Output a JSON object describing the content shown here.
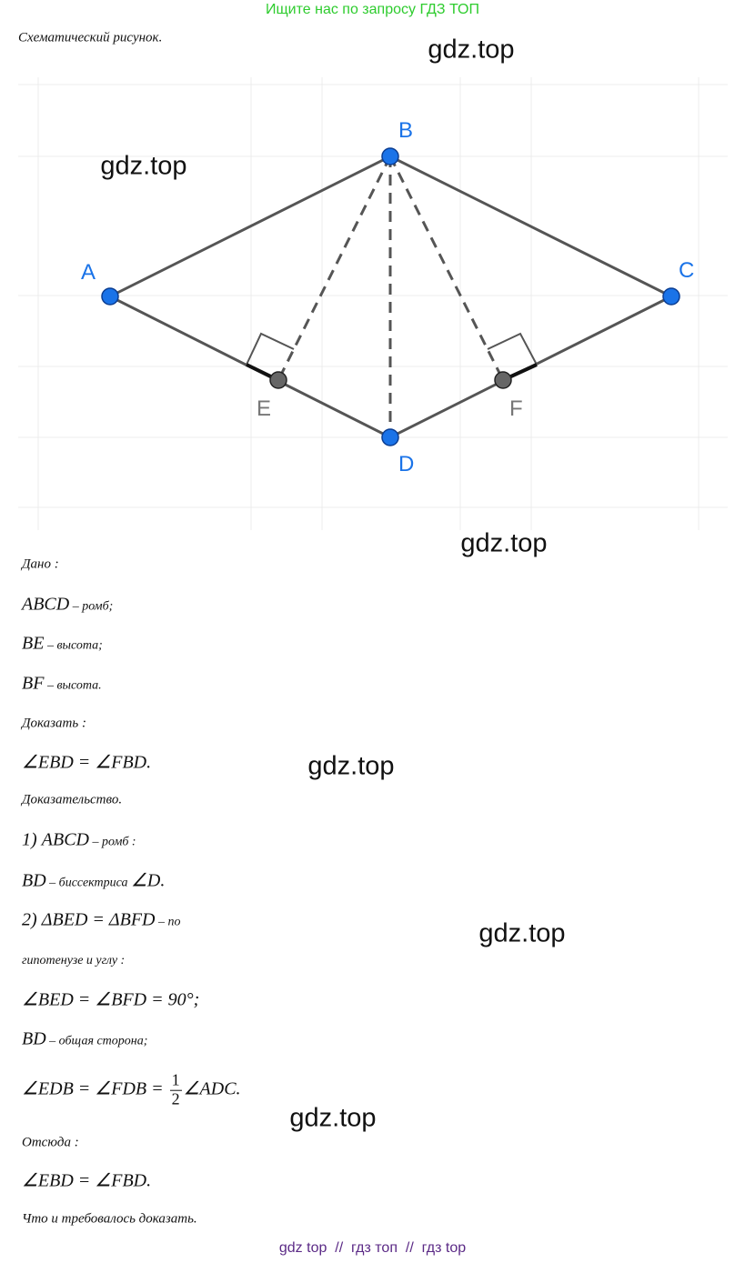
{
  "banner": "Ищите нас по запросу ГДЗ ТОП",
  "caption": "Схематический рисунок.",
  "watermark": "gdz.top",
  "diagram": {
    "labels": {
      "A": "A",
      "B": "B",
      "C": "C",
      "D": "D",
      "E": "E",
      "F": "F"
    },
    "point_color": "#1a73e8"
  },
  "given_label": "Дано :",
  "given": [
    {
      "math": "ABCD",
      "text": " – ромб;"
    },
    {
      "math": "BE",
      "text": " – высота;"
    },
    {
      "math": "BF",
      "text": " – высота."
    }
  ],
  "prove_label": "Доказать :",
  "prove": "∠EBD = ∠FBD.",
  "proof_label": "Доказательство.",
  "step1": {
    "num": "1)",
    "math": "ABCD",
    "text": " – ромб :"
  },
  "step1b": {
    "math": "BD",
    "text": " – биссектриса ",
    "math2": "∠D."
  },
  "step2": {
    "num": "2)",
    "math": "ΔBED = ΔBFD",
    "text": " – по"
  },
  "step2b": "гипотенузе и углу :",
  "eq1": "∠BED = ∠BFD = 90°;",
  "eq2": {
    "math": "BD",
    "text": " – общая сторона;"
  },
  "eq3": {
    "left": "∠EDB = ∠FDB = ",
    "num": "1",
    "den": "2",
    "right": "∠ADC."
  },
  "hence_label": "Отсюда :",
  "conclusion": "∠EBD = ∠FBD.",
  "qed": "Что и требовалось доказать.",
  "footer": "gdz top  //  гдз топ  //  гдз top"
}
